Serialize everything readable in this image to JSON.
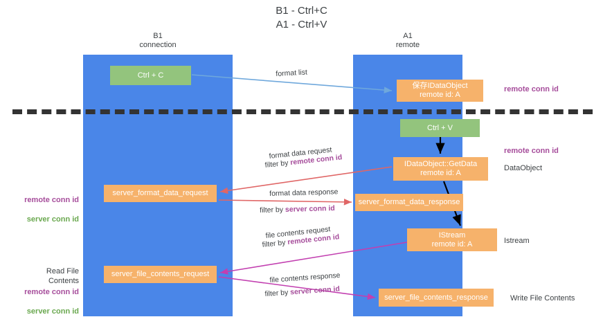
{
  "title": "B1 - Ctrl+C\nA1 - Ctrl+V",
  "lanes": {
    "left": {
      "name": "B1\nconnection",
      "color": "#4a86e8"
    },
    "right": {
      "name": "A1\nremote",
      "color": "#4a86e8"
    }
  },
  "colors": {
    "lane": "#4a86e8",
    "green_node": "#93c47d",
    "orange_node": "#f6b26b",
    "purple_text": "#a64d9b",
    "green_text": "#6aa84f",
    "blue_arrow": "#6fa8dc",
    "red_arrow": "#e06666",
    "black_arrow": "#000000",
    "magenta_arrow": "#c23fb0",
    "divider": "#333333"
  },
  "nodes": {
    "ctrl_c": "Ctrl + C",
    "idataobject": "保存IDataObject\nremote id: A",
    "ctrl_v": "Ctrl + V",
    "getdata": "IDataObject::GetData\nremote id: A",
    "server_format_data_request": "server_format_data_request",
    "server_format_data_response": "server_format_data_response",
    "istream": "IStream\nremote id: A",
    "server_file_contents_request": "server_file_contents_request",
    "server_file_contents_response": "server_file_contents_response"
  },
  "edge_labels": {
    "format_list": "format list",
    "format_data_request": "format data request",
    "format_data_request_filter_prefix": "filter by ",
    "format_data_request_filter_key": "remote conn id",
    "format_data_response": "format data response",
    "format_data_response_filter_prefix": "filter by ",
    "format_data_response_filter_key": "server conn id",
    "file_contents_request": "file contents request",
    "file_contents_request_filter_prefix": "filter by ",
    "file_contents_request_filter_key": "remote conn id",
    "file_contents_response": "file contents response",
    "file_contents_response_filter_prefix": "filter by ",
    "file_contents_response_filter_key": "server conn id"
  },
  "annotations": {
    "remote_conn_id_top": "remote conn id",
    "remote_conn_id_mid": "remote conn id",
    "dataobject": "DataObject",
    "istream": "Istream",
    "write_file_contents": "Write File Contents",
    "read_file_contents": "Read File Contents",
    "left_ids_remote": "remote conn id",
    "left_ids_server": "server conn id",
    "left_ids2_remote": "remote conn id",
    "left_ids2_server": "server conn id"
  }
}
